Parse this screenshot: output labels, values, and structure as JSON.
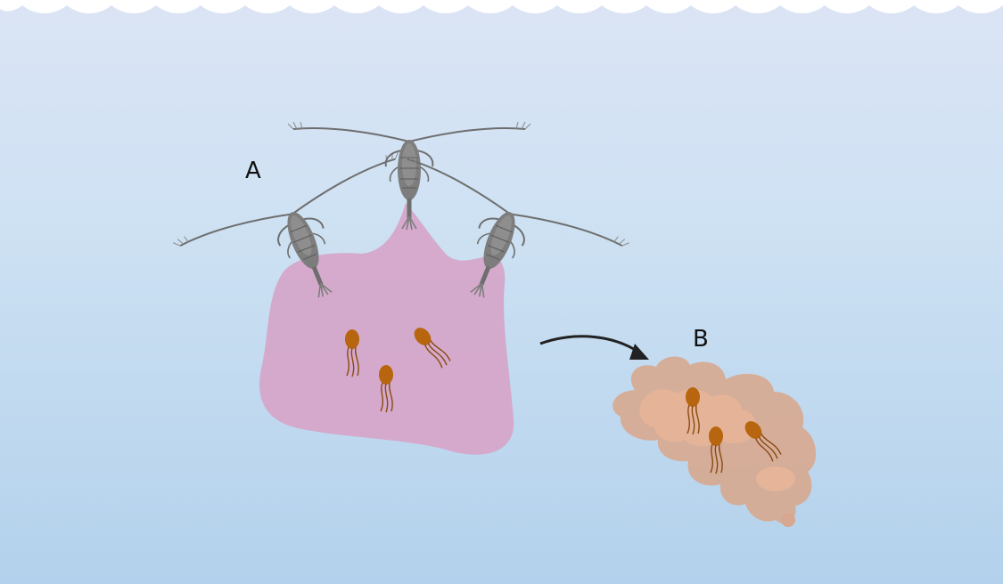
{
  "labels": {
    "a": "A",
    "b": "B"
  },
  "colors": {
    "water_top": "#dbe4f5",
    "water_bottom": "#b2d2ec",
    "mucus_sheet": "#d5a6c9",
    "copepod": "#7d7d7d",
    "copepod_dark": "#5e5e5e",
    "bacteria": "#b8650f",
    "flagella": "#8a4a10",
    "aggregate": "#d7a88f",
    "aggregate_inner": "#e8b598",
    "arrow": "#222222"
  },
  "elements": {
    "copepods": 3,
    "bacteria_in_sheet": 3,
    "bacteria_in_aggregate": 3
  }
}
